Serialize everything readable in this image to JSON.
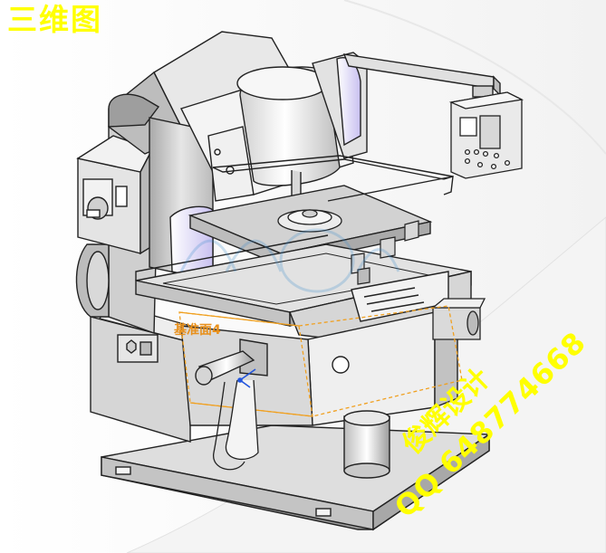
{
  "title": "三维图",
  "watermark": {
    "line1": "俊辉设计",
    "line2": "QQ 648774668"
  },
  "feature_label": "基准面4",
  "colors": {
    "title": "#ffff00",
    "watermark": "#ffff00",
    "feature_label": "#e8901c",
    "body_light": "#ebebeb",
    "body_mid": "#c8c8c8",
    "body_dark": "#8c8c8c",
    "edge": "#222222",
    "selection": "#f0a020",
    "logo_blue": "#3c8ccc"
  }
}
